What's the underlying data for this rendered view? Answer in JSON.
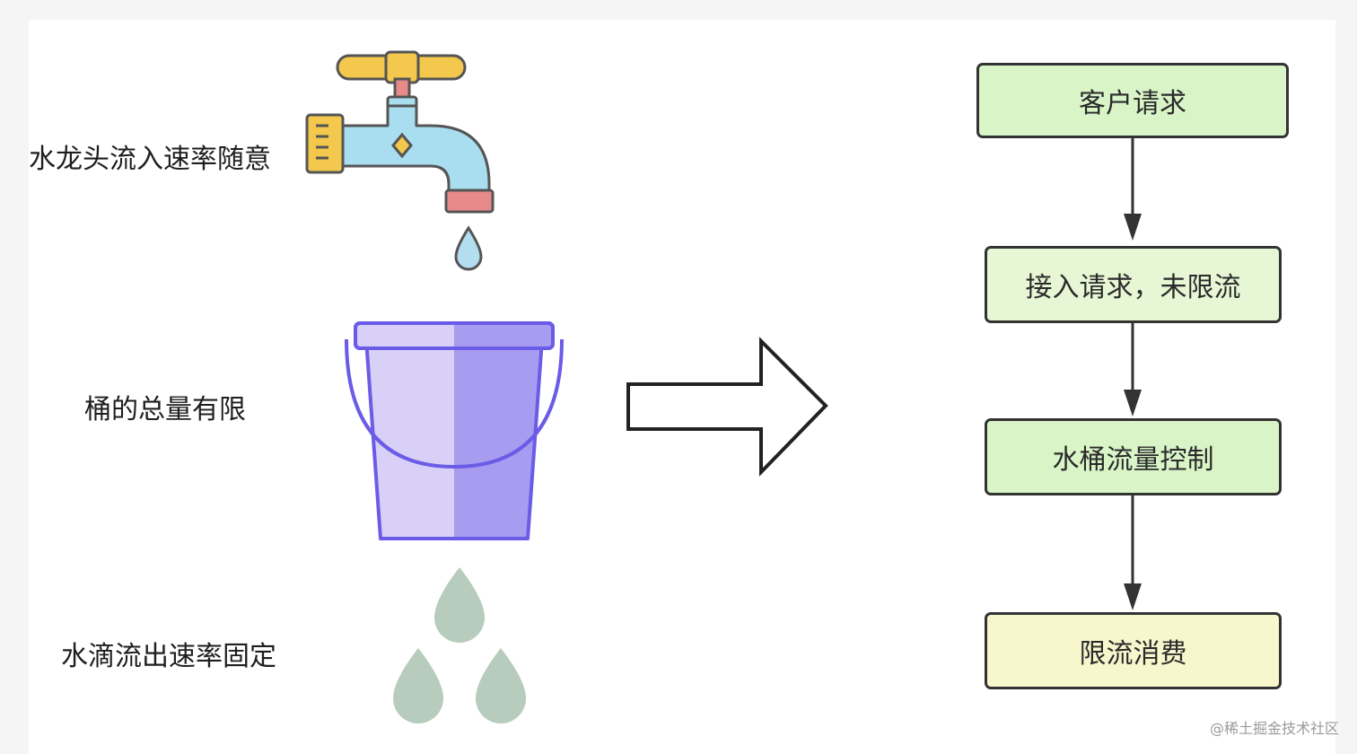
{
  "labels": {
    "faucet": "水龙头流入速率随意",
    "bucket": "桶的总量有限",
    "drops": "水滴流出速率固定"
  },
  "flow": {
    "steps": [
      {
        "text": "客户请求",
        "color": "#d9f5c8"
      },
      {
        "text": "接入请求，未限流",
        "color": "#e7f6d4"
      },
      {
        "text": "水桶流量控制",
        "color": "#d9f5c8"
      },
      {
        "text": "限流消费",
        "color": "#f7f6cc"
      }
    ]
  },
  "watermark": "@稀土掘金技术社区",
  "colors": {
    "faucet_body": "#a9def0",
    "faucet_handle": "#f4c84c",
    "faucet_stem": "#e88a8a",
    "bucket_light": "#d9d0f7",
    "bucket_dark": "#a89cf0",
    "bucket_outline": "#6b5ce7",
    "drop_small": "#b3def0",
    "drop_large": "#b7ccbc"
  }
}
